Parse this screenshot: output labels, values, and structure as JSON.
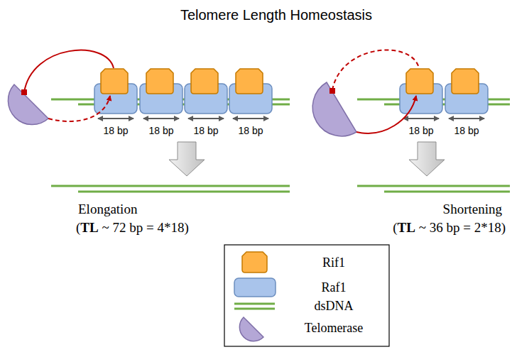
{
  "diagram": {
    "title": "Telomere Length Homeostasis",
    "labels": [
      "18 bp",
      "18 bp",
      "18 bp",
      "18 bp",
      "18 bp",
      "18 bp",
      "Elongation",
      "(TL ~ 72 bp = 4*18)",
      "Shortening",
      "(TL ~ 36 bp = 2*18)"
    ],
    "legend": [
      {
        "text": "Rif1"
      },
      {
        "text": "Raf1"
      },
      {
        "text": "dsDNA"
      },
      {
        "text": "Telomerase"
      }
    ]
  }
}
